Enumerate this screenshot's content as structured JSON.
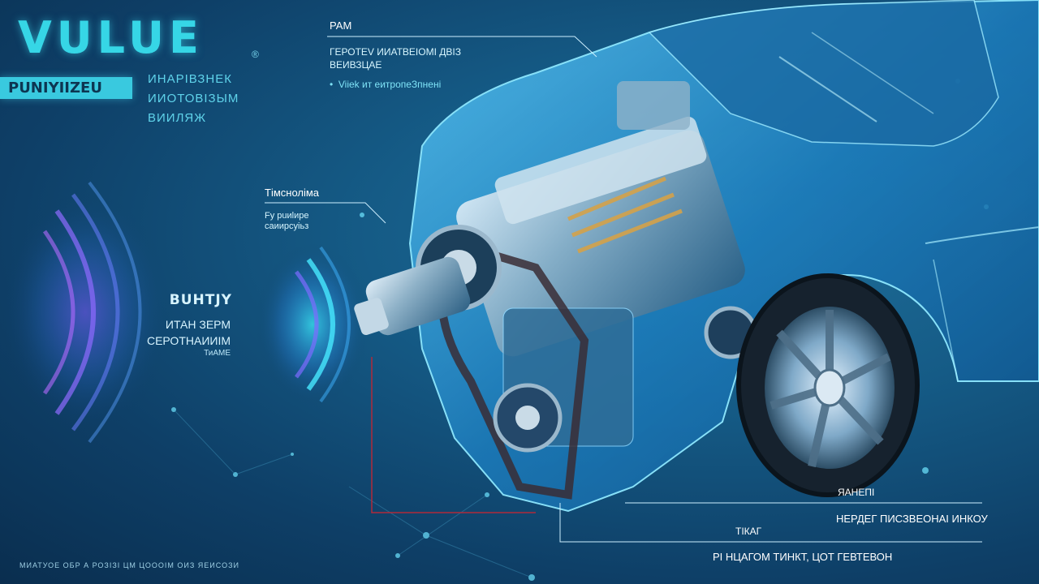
{
  "brand": {
    "logo": "VULUE",
    "registered": "®",
    "badge": "PUNIYIIZEU",
    "lines": [
      "ИНАРІВЗНЕК",
      "ИИОТОВІЗЫМ",
      "ВИИЛЯЖ"
    ]
  },
  "callouts": {
    "top": {
      "title": "РАМ",
      "sub1": "ГЕРОТЕV ИИАТВЕІОМІ ДВІЗ",
      "sub2": "ВЕИВЗЦАЕ",
      "bullet": "Viiek ит еитропеЗпнені"
    },
    "middle": {
      "title": "Тімсноліма",
      "sub1": "Fy рuиlире",
      "sub2": "саиирсуіьз"
    },
    "left": {
      "title": "BUHTJY",
      "line1": "ИТАН ЗЕРМ",
      "line2": "СЕРОТНАИИІМ",
      "line3": "ТиАМЕ"
    },
    "bottom_right": {
      "title": "ЯАНЕПІ",
      "sub": "НЕРДЕГ ПИСЗВЕОНАІ ИНКОУ"
    },
    "bottom": {
      "title": "ТІКАГ",
      "sub": "РІ НЦАГОМ ТИНКТ, ЦОТ ГЕВТЕВОН"
    }
  },
  "footer": "МИАТУОЕ ОБР А РОЗІЗІ ЦМ ЦОООІМ ОИЗ ЯЕИСОЗИ",
  "colors": {
    "accent": "#36d6e6",
    "badge_bg": "#39c9df",
    "leader_red": "#b02a3a"
  }
}
